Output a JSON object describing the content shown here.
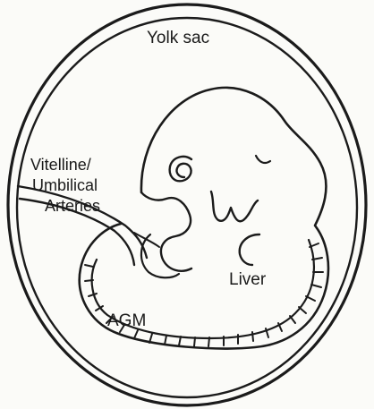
{
  "labels": {
    "yolk_sac": "Yolk sac",
    "vitelline_line1": "Vitelline/",
    "vitelline_line2": "Umbilical",
    "vitelline_line3": "Arteries",
    "liver": "Liver",
    "agm": "AGM"
  },
  "colors": {
    "ink": "#1b1b1b",
    "paper": "#fbfbf8"
  }
}
